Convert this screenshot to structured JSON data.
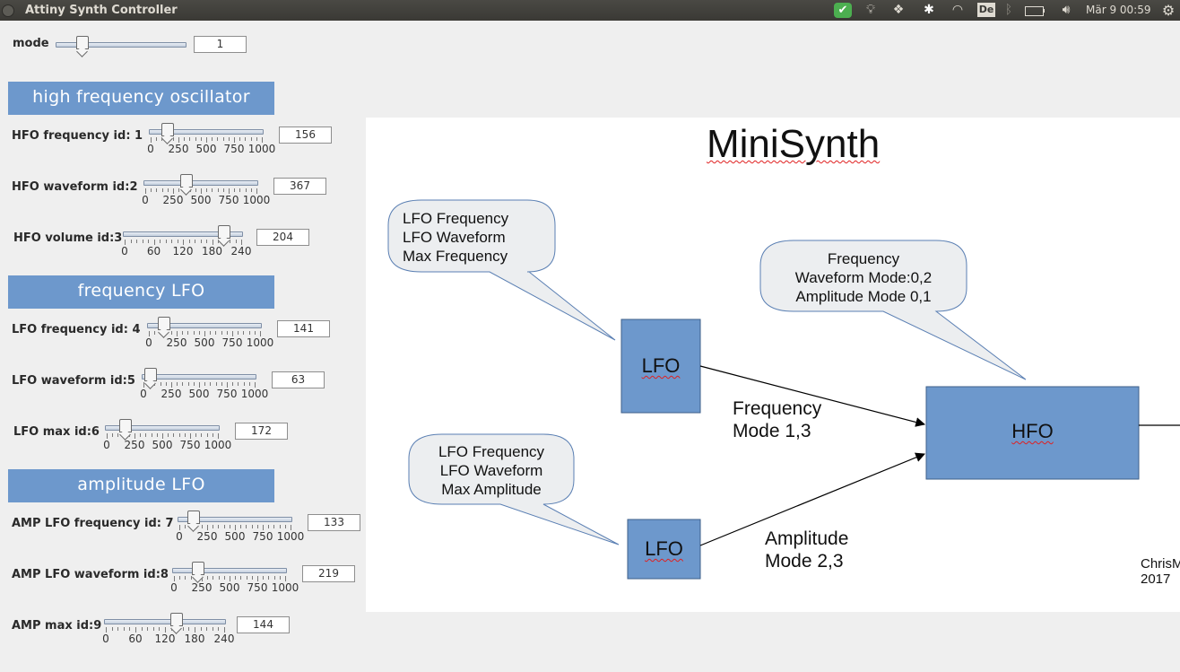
{
  "window": {
    "title": "Attiny Synth Controller"
  },
  "tray": {
    "keyboard": "De",
    "clock": "Mär  9 00:59"
  },
  "mode": {
    "label": "mode",
    "value": "1",
    "min": 0,
    "max": 5,
    "level": 1
  },
  "sections": {
    "hfo": "high frequency oscillator",
    "flfo": "frequency LFO",
    "alfo": "amplitude LFO"
  },
  "sliders": [
    {
      "label": "HFO frequency id: 1",
      "value": "156",
      "max": 1000,
      "ticks": [
        "0",
        "250",
        "500",
        "750",
        "1000"
      ]
    },
    {
      "label": "HFO waveform id:2",
      "value": "367",
      "max": 1000,
      "ticks": [
        "0",
        "250",
        "500",
        "750",
        "1000"
      ]
    },
    {
      "label": "HFO volume id:3",
      "value": "204",
      "max": 240,
      "ticks": [
        "0",
        "60",
        "120",
        "180",
        "240"
      ]
    },
    {
      "label": "LFO frequency id: 4",
      "value": "141",
      "max": 1000,
      "ticks": [
        "0",
        "250",
        "500",
        "750",
        "1000"
      ]
    },
    {
      "label": "LFO waveform id:5",
      "value": "63",
      "max": 1000,
      "ticks": [
        "0",
        "250",
        "500",
        "750",
        "1000"
      ]
    },
    {
      "label": "LFO max id:6",
      "value": "172",
      "max": 1000,
      "ticks": [
        "0",
        "250",
        "500",
        "750",
        "1000"
      ]
    },
    {
      "label": "AMP LFO frequency id: 7",
      "value": "133",
      "max": 1000,
      "ticks": [
        "0",
        "250",
        "500",
        "750",
        "1000"
      ]
    },
    {
      "label": "AMP LFO waveform id:8",
      "value": "219",
      "max": 1000,
      "ticks": [
        "0",
        "250",
        "500",
        "750",
        "1000"
      ]
    },
    {
      "label": "AMP max id:9",
      "value": "144",
      "max": 240,
      "ticks": [
        "0",
        "60",
        "120",
        "180",
        "240"
      ]
    }
  ],
  "diagram": {
    "title": "MiniSynth",
    "callout1": [
      "LFO Frequency",
      "LFO Waveform",
      "Max Frequency"
    ],
    "callout2": [
      "Frequency",
      "Waveform Mode:0,2",
      "Amplitude Mode 0,1"
    ],
    "callout3": [
      "LFO Frequency",
      "LFO Waveform",
      "Max Amplitude"
    ],
    "box_lfo1": "LFO",
    "box_lfo2": "LFO",
    "box_hfo": "HFO",
    "edge1": [
      "Frequency",
      "Mode 1,3"
    ],
    "edge2": [
      "Amplitude",
      "Mode 2,3"
    ],
    "credit": [
      "ChrisM",
      "2017"
    ],
    "colors": {
      "box": "#6d98cc",
      "callout": "#eceef0"
    }
  }
}
